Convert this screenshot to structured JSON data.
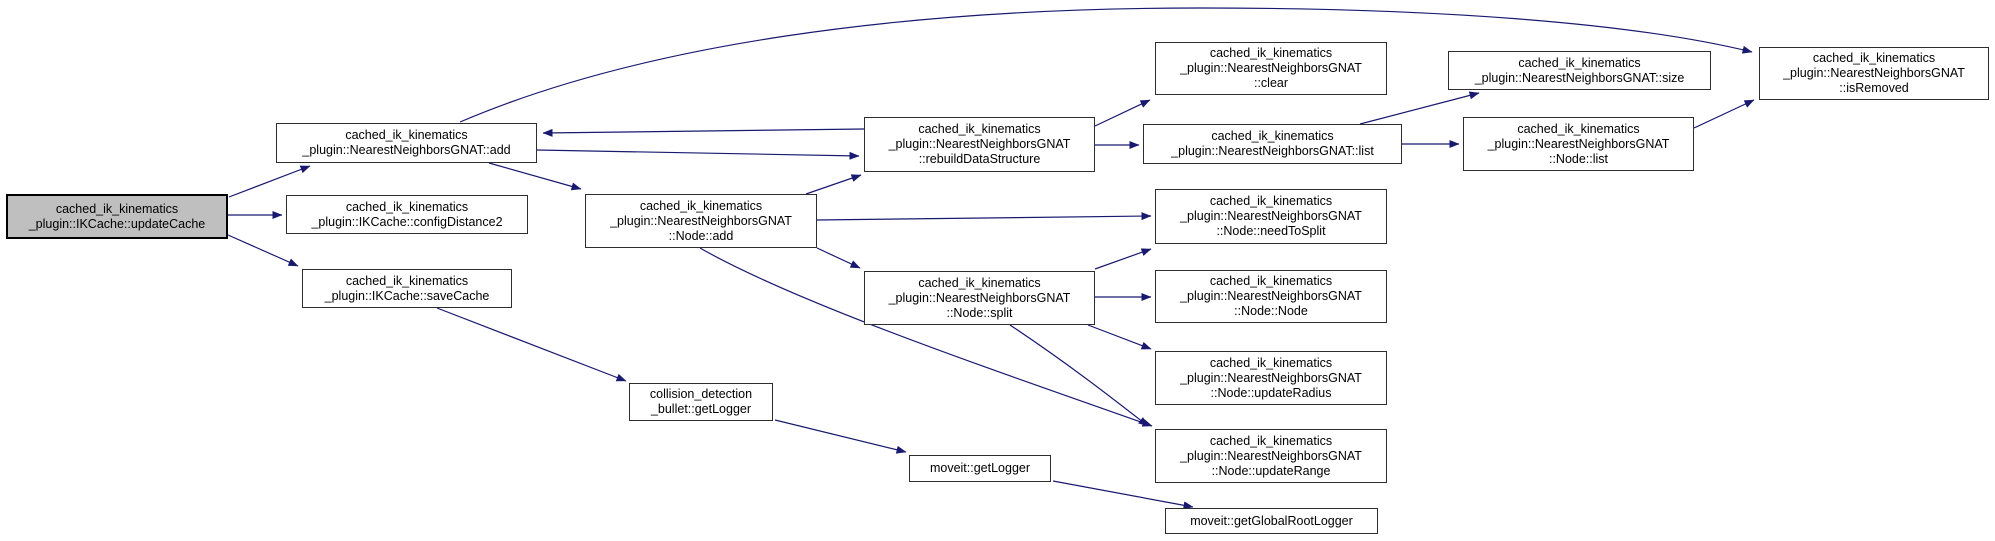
{
  "diagram": {
    "type": "call-graph",
    "background_color": "#ffffff",
    "edge_color": "#191970",
    "node_fill": "#ffffff",
    "node_border_color": "#2e2e2e",
    "highlight_fill": "#bfbfbf",
    "nodes": [
      {
        "id": "updateCache",
        "highlighted": true,
        "lines": [
          "cached_ik_kinematics",
          "_plugin::IKCache::updateCache"
        ]
      },
      {
        "id": "add",
        "highlighted": false,
        "lines": [
          "cached_ik_kinematics",
          "_plugin::NearestNeighborsGNAT::add"
        ]
      },
      {
        "id": "configDistance2",
        "highlighted": false,
        "lines": [
          "cached_ik_kinematics",
          "_plugin::IKCache::configDistance2"
        ]
      },
      {
        "id": "saveCache",
        "highlighted": false,
        "lines": [
          "cached_ik_kinematics",
          "_plugin::IKCache::saveCache"
        ]
      },
      {
        "id": "nodeAdd",
        "highlighted": false,
        "lines": [
          "cached_ik_kinematics",
          "_plugin::NearestNeighborsGNAT",
          "::Node::add"
        ]
      },
      {
        "id": "rebuildDataStructure",
        "highlighted": false,
        "lines": [
          "cached_ik_kinematics",
          "_plugin::NearestNeighborsGNAT",
          "::rebuildDataStructure"
        ]
      },
      {
        "id": "nodeSplit",
        "highlighted": false,
        "lines": [
          "cached_ik_kinematics",
          "_plugin::NearestNeighborsGNAT",
          "::Node::split"
        ]
      },
      {
        "id": "clear",
        "highlighted": false,
        "lines": [
          "cached_ik_kinematics",
          "_plugin::NearestNeighborsGNAT",
          "::clear"
        ]
      },
      {
        "id": "list",
        "highlighted": false,
        "lines": [
          "cached_ik_kinematics",
          "_plugin::NearestNeighborsGNAT::list"
        ]
      },
      {
        "id": "needToSplit",
        "highlighted": false,
        "lines": [
          "cached_ik_kinematics",
          "_plugin::NearestNeighborsGNAT",
          "::Node::needToSplit"
        ]
      },
      {
        "id": "nodeNode",
        "highlighted": false,
        "lines": [
          "cached_ik_kinematics",
          "_plugin::NearestNeighborsGNAT",
          "::Node::Node"
        ]
      },
      {
        "id": "updateRadius",
        "highlighted": false,
        "lines": [
          "cached_ik_kinematics",
          "_plugin::NearestNeighborsGNAT",
          "::Node::updateRadius"
        ]
      },
      {
        "id": "updateRange",
        "highlighted": false,
        "lines": [
          "cached_ik_kinematics",
          "_plugin::NearestNeighborsGNAT",
          "::Node::updateRange"
        ]
      },
      {
        "id": "size",
        "highlighted": false,
        "lines": [
          "cached_ik_kinematics",
          "_plugin::NearestNeighborsGNAT::size"
        ]
      },
      {
        "id": "nodeList",
        "highlighted": false,
        "lines": [
          "cached_ik_kinematics",
          "_plugin::NearestNeighborsGNAT",
          "::Node::list"
        ]
      },
      {
        "id": "isRemoved",
        "highlighted": false,
        "lines": [
          "cached_ik_kinematics",
          "_plugin::NearestNeighborsGNAT",
          "::isRemoved"
        ]
      },
      {
        "id": "cdGetLogger",
        "highlighted": false,
        "lines": [
          "collision_detection",
          "_bullet::getLogger"
        ]
      },
      {
        "id": "mvGetLogger",
        "highlighted": false,
        "lines": [
          "moveit::getLogger"
        ]
      },
      {
        "id": "rootLogger",
        "highlighted": false,
        "lines": [
          "moveit::getGlobalRootLogger"
        ]
      }
    ],
    "edges": [
      {
        "from": "updateCache",
        "to": "add"
      },
      {
        "from": "updateCache",
        "to": "configDistance2"
      },
      {
        "from": "updateCache",
        "to": "saveCache"
      },
      {
        "from": "add",
        "to": "isRemoved"
      },
      {
        "from": "add",
        "to": "rebuildDataStructure"
      },
      {
        "from": "rebuildDataStructure",
        "to": "add"
      },
      {
        "from": "add",
        "to": "nodeAdd"
      },
      {
        "from": "nodeAdd",
        "to": "rebuildDataStructure"
      },
      {
        "from": "rebuildDataStructure",
        "to": "clear"
      },
      {
        "from": "rebuildDataStructure",
        "to": "list"
      },
      {
        "from": "list",
        "to": "size"
      },
      {
        "from": "list",
        "to": "nodeList"
      },
      {
        "from": "nodeList",
        "to": "isRemoved"
      },
      {
        "from": "nodeAdd",
        "to": "needToSplit"
      },
      {
        "from": "nodeAdd",
        "to": "nodeSplit"
      },
      {
        "from": "nodeAdd",
        "to": "updateRange"
      },
      {
        "from": "nodeSplit",
        "to": "needToSplit"
      },
      {
        "from": "nodeSplit",
        "to": "nodeNode"
      },
      {
        "from": "nodeSplit",
        "to": "updateRadius"
      },
      {
        "from": "nodeSplit",
        "to": "updateRange"
      },
      {
        "from": "saveCache",
        "to": "cdGetLogger"
      },
      {
        "from": "cdGetLogger",
        "to": "mvGetLogger"
      },
      {
        "from": "mvGetLogger",
        "to": "rootLogger"
      }
    ]
  }
}
